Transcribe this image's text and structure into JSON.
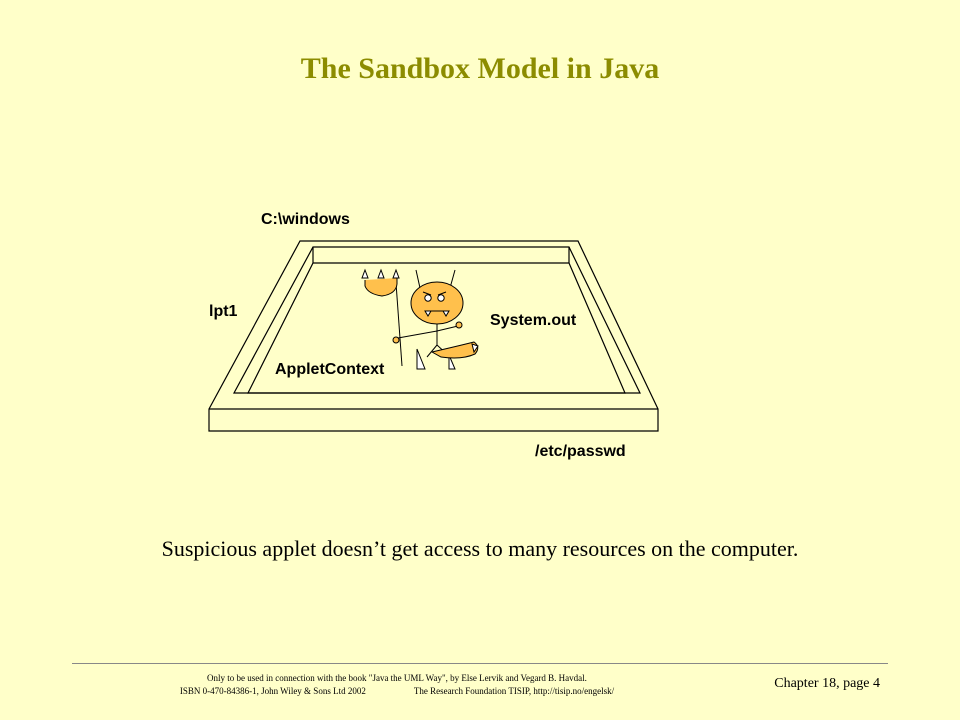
{
  "slide": {
    "title": "The Sandbox Model in Java",
    "caption": "Suspicious applet doesn’t get access to many resources on the computer."
  },
  "diagram": {
    "labels": {
      "top": "C:\\windows",
      "left": "lpt1",
      "right": "System.out",
      "inner": "AppletContext",
      "bottom": "/etc/passwd"
    },
    "colors": {
      "devil_fill": "#FFC04C",
      "frame_stroke": "#000000"
    }
  },
  "footer": {
    "line1": "Only to be used in connection with the book \"Java the UML Way\", by Else Lervik and Vegard B. Havdal.",
    "line2a": "ISBN 0-470-84386-1, John Wiley & Sons Ltd 2002",
    "line2b": "The Research Foundation TISIP, http://tisip.no/engelsk/",
    "page": "Chapter 18, page 4"
  },
  "colors": {
    "background": "#FFFFC9",
    "title": "#8C8C00"
  }
}
